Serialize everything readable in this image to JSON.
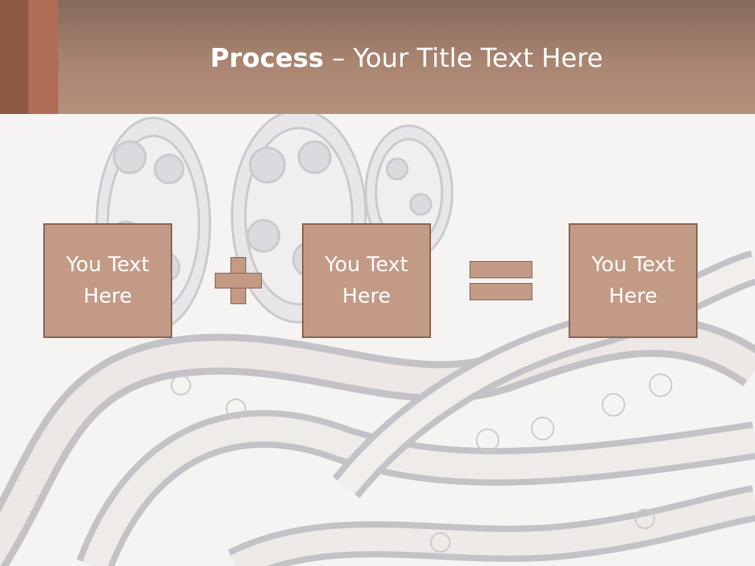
{
  "slide": {
    "title_bold": "Process",
    "title_rest": " – Your Title Text Here",
    "boxes": [
      {
        "text": "You Text Here"
      },
      {
        "text": "You Text Here"
      },
      {
        "text": "You Text Here"
      }
    ]
  },
  "icons": {
    "operator_1": "plus-icon",
    "operator_2": "equals-icon",
    "background": "film-reels-image"
  },
  "colors": {
    "header": "#a98572",
    "box_fill": "#c39a85",
    "box_border": "#8a6252",
    "text": "#ffffff"
  }
}
